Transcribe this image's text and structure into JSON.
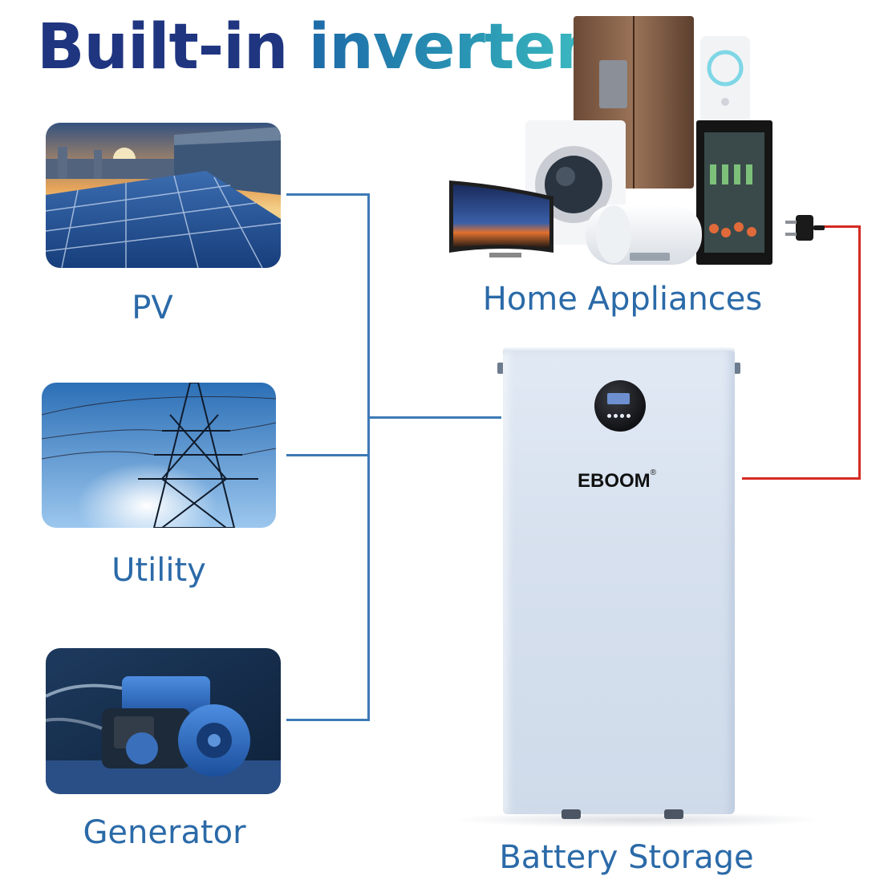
{
  "title": {
    "word1": "Built-in",
    "word2": "inverter"
  },
  "sources": [
    {
      "label": "PV"
    },
    {
      "label": "Utility"
    },
    {
      "label": "Generator"
    }
  ],
  "appliances": {
    "label": "Home Appliances"
  },
  "battery": {
    "label": "Battery Storage",
    "brand": "EBOOM",
    "brand_mark": "®"
  },
  "colors": {
    "title_dark": "#1f3580",
    "title_teal": "#3cb9c0",
    "label_blue": "#2b6aa8",
    "line_blue": "#3d7ab6",
    "line_red": "#d42a22"
  }
}
